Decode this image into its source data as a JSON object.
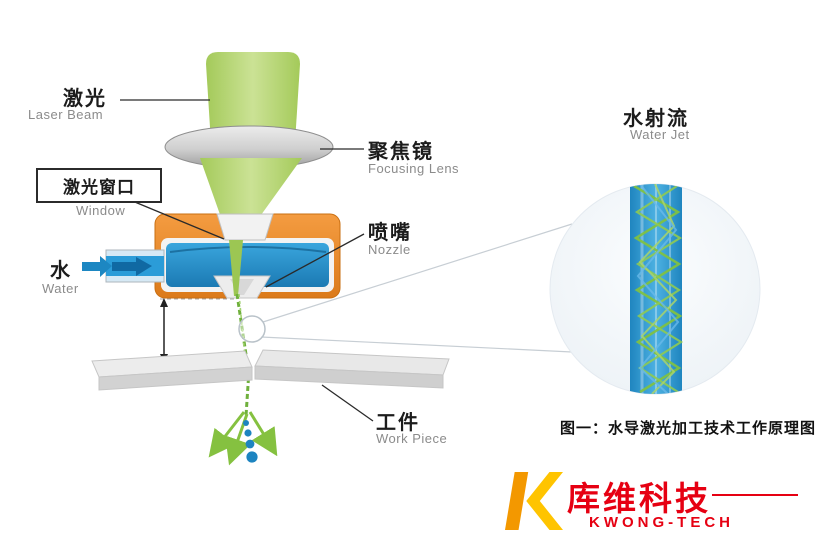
{
  "figure": {
    "caption": "图一：水导激光加工技术工作原理图"
  },
  "labels": {
    "laser": {
      "zh": "激光",
      "en": "Laser Beam"
    },
    "lens": {
      "zh": "聚焦镜",
      "en": "Focusing Lens"
    },
    "window": {
      "zh": "激光窗口",
      "en": "Window"
    },
    "nozzle": {
      "zh": "喷嘴",
      "en": "Nozzle"
    },
    "water": {
      "zh": "水",
      "en": "Water"
    },
    "workpiece": {
      "zh": "工件",
      "en": "Work Piece"
    },
    "water_jet": {
      "zh": "水射流",
      "en": "Water Jet"
    }
  },
  "logo": {
    "name_zh": "库维科技",
    "name_en": "KWONG-TECH"
  },
  "colors": {
    "laser_green": "#b5d76e",
    "jet_green": "#7fc143",
    "water_blue": "#2b9cd8",
    "housing_orange": "#ef8b2d",
    "metal_gray": "#cfcfcf",
    "logo_red": "#e60012",
    "logo_orange": "#f39800",
    "logo_yellow": "#ffc400"
  }
}
